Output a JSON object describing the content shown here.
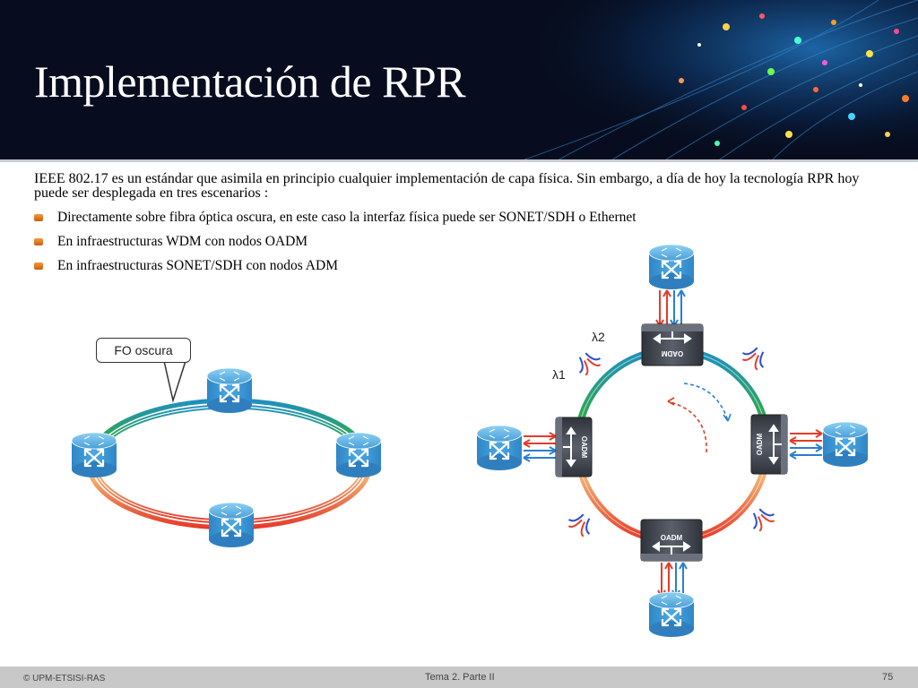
{
  "slide": {
    "title": "Implementación de RPR",
    "intro": "IEEE 802.17 es un estándar que asimila en principio cualquier implementación de capa física. Sin embargo, a día de hoy la tecnología RPR hoy puede ser desplegada en tres escenarios :",
    "bullets": [
      "Directamente sobre fibra óptica oscura, en este caso la interfaz física puede ser SONET/SDH o Ethernet",
      "En infraestructuras WDM con nodos OADM",
      "En infraestructuras SONET/SDH con nodos ADM"
    ]
  },
  "diagram_left": {
    "callout": "FO oscura",
    "icons": [
      "router-icon",
      "router-icon",
      "router-icon",
      "router-icon"
    ]
  },
  "diagram_right": {
    "lambda1": "λ1",
    "lambda2": "λ2",
    "oadm_label": "OADM",
    "icons": [
      "router-icon",
      "oadm-node-icon",
      "wavelength-filter-icon"
    ]
  },
  "footer": {
    "left": "© UPM-ETSISI-RAS",
    "center": "Tema 2. Parte II",
    "page": "75"
  },
  "colors": {
    "header_bg": "#070d1e",
    "router_blue": "#4a9fd8",
    "oadm_gray": "#4a4f59",
    "ring_green": "#2fa84f",
    "ring_red": "#e63a2a",
    "bullet_orange": "#e87a22"
  }
}
